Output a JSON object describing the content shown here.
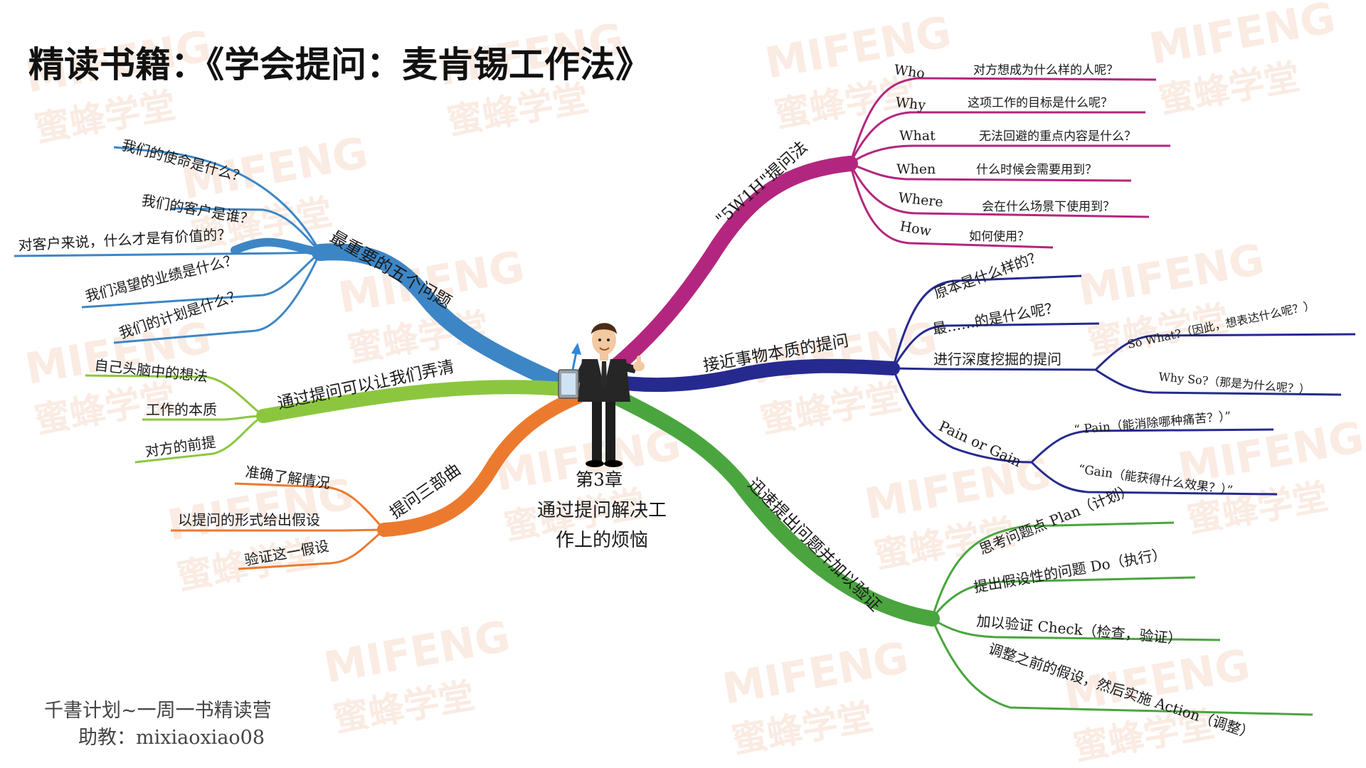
{
  "title": "精读书籍：《学会提问：麦肯锡工作法》",
  "center": {
    "line1": "第3章",
    "line2": "通过提问解决工",
    "line3": "作上的烦恼"
  },
  "watermark": {
    "logo_text": "MIFENG",
    "cn_text": "蜜蜂学堂"
  },
  "footer": {
    "line1": "千書计划~一周一书精读营",
    "line2": "助教：mixiaoxiao08"
  },
  "colors": {
    "blue": "#3d86c6",
    "lime": "#8cc63f",
    "orange": "#ec7a2e",
    "magenta": "#b3267f",
    "navy": "#262a8f",
    "green": "#4aa53e"
  },
  "branches": {
    "five_questions": {
      "label": "最重要的五个问题",
      "items": [
        "我们的使命是什么？",
        "我们的客户是谁？",
        "对客户来说，什么才是有价值的？",
        "我们渴望的业绩是什么？",
        "我们的计划是什么？"
      ]
    },
    "clarify": {
      "label": "通过提问可以让我们弄清",
      "items": [
        "自己头脑中的想法",
        "工作的本质",
        "对方的前提"
      ]
    },
    "three_steps": {
      "label": "提问三部曲",
      "items": [
        "准确了解情况",
        "以提问的形式给出假设",
        "验证这一假设"
      ]
    },
    "w5h1": {
      "label": "\"5W1H\"提问法",
      "items": [
        {
          "key": "Who",
          "text": "对方想成为什么样的人呢？"
        },
        {
          "key": "Why",
          "text": "这项工作的目标是什么呢？"
        },
        {
          "key": "What",
          "text": "无法回避的重点内容是什么？"
        },
        {
          "key": "When",
          "text": "什么时候会需要用到？"
        },
        {
          "key": "Where",
          "text": "会在什么场景下使用到？"
        },
        {
          "key": "How",
          "text": "如何使用？"
        }
      ]
    },
    "essence": {
      "label": "接近事物本质的提问",
      "items": [
        "原本是什么样的？",
        "最……的是什么呢？",
        "进行深度挖掘的提问",
        "Pain or Gain"
      ],
      "deep": [
        "So What?（因此，想表达什么呢？）",
        "Why So?（那是为什么呢？）"
      ],
      "pain_gain": [
        "“ Pain（能消除哪种痛苦？）”",
        "“Gain（能获得什么效果？）”"
      ]
    },
    "hypothesis": {
      "label": "迅速提出问题并加以验证",
      "items": [
        "思考问题点 Plan（计划）",
        "提出假设性的问题 Do（执行）",
        "加以验证 Check（检查，验证）",
        "调整之前的假设，然后实施 Action（调整）"
      ]
    }
  }
}
